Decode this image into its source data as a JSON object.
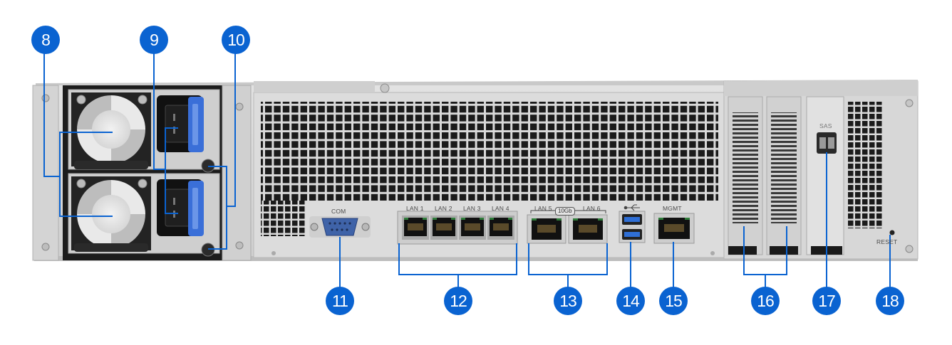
{
  "colors": {
    "badge": "#0a63d1",
    "leader": "#0a63d1",
    "chassis": "#d9d9d9",
    "chassis_dark": "#bcbcbc",
    "vent": "#1b1b1b",
    "port_green": "#2f7d3a",
    "port_blue": "#2f6fd6",
    "psu_latch": "#3a6fd8"
  },
  "port_labels": {
    "com": "COM",
    "lan1": "LAN 1",
    "lan2": "LAN 2",
    "lan3": "LAN 3",
    "lan4": "LAN 4",
    "lan5": "LAN 5",
    "lan6": "LAN 6",
    "ten_gb": "10Gb",
    "mgmt": "MGMT",
    "reset": "RESET",
    "sas": "SAS",
    "usb_icon": "usb-icon"
  },
  "callouts": [
    "8",
    "9",
    "10",
    "11",
    "12",
    "13",
    "14",
    "15",
    "16",
    "17",
    "18"
  ]
}
